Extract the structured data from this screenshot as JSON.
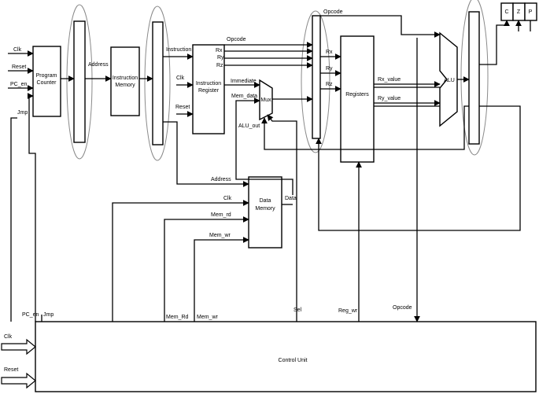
{
  "blocks": {
    "program_counter": [
      "Program",
      "Counter"
    ],
    "instruction_memory": [
      "Instruction",
      "Memory"
    ],
    "instruction_register": [
      "Instruction",
      "Register"
    ],
    "mux": "Mux",
    "data_memory": [
      "Data",
      "Memory"
    ],
    "registers": "Registers",
    "alu": "ALU",
    "control_unit": "Control Unit"
  },
  "flags": [
    "C",
    "Z",
    "P"
  ],
  "labels": {
    "clk_pc": "Clk",
    "reset_pc": "Reset",
    "pc_en_pc": "PC_en",
    "jmp_pc": "Jmp",
    "address_if": "Address",
    "instruction_ir": "Instruction",
    "clk_ir": "Clk",
    "reset_ir": "Reset",
    "opcode_ir": "Opcode",
    "rx_ir": "Rx",
    "ry_ir": "Ry",
    "rz_ir": "Rz",
    "immediate": "Immediate",
    "mem_data": "Mem_data",
    "alu_out": "ALU_out",
    "opcode_id": "Opcode",
    "rx_reg": "Rx",
    "ry_reg": "Ry",
    "rz_reg": "Rz",
    "rx_value": "Rx_value",
    "ry_value": "Ry_value",
    "address_dm": "Address",
    "clk_dm": "Clk",
    "mem_rd": "Mem_rd",
    "mem_wr": "Mem_wr",
    "data_dm": "Data",
    "pc_en_cu": "PC_en",
    "jmp_cu": "Jmp",
    "mem_rd_cu": "Mem_Rd",
    "mem_wr_cu": "Mem_wr",
    "sel_cu": "Sel",
    "reg_wr_cu": "Reg_wr",
    "opcode_cu": "Opcode",
    "clk_cu": "Clk",
    "reset_cu": "Reset"
  }
}
